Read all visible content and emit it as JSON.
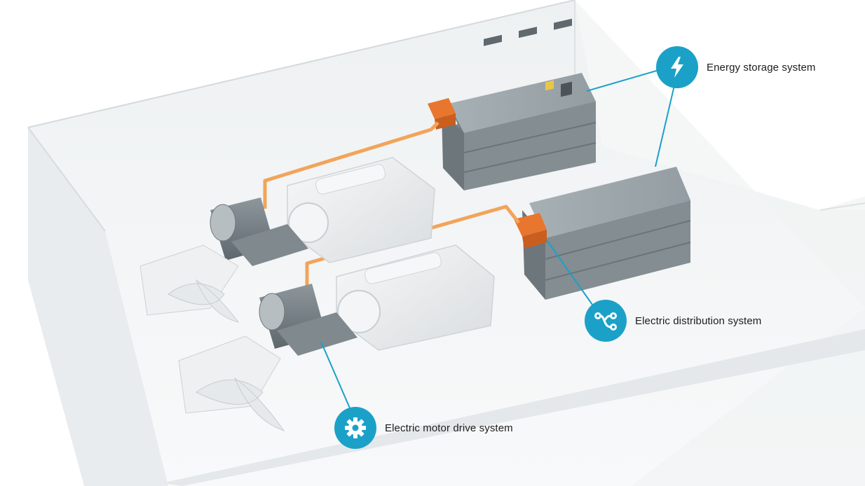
{
  "callouts": {
    "energy": {
      "label": "Energy storage system",
      "icon": "lightning-bolt-icon"
    },
    "distribution": {
      "label": "Electric distribution system",
      "icon": "distribution-branch-icon"
    },
    "motor": {
      "label": "Electric motor drive system",
      "icon": "gear-icon"
    }
  },
  "colors": {
    "accent": "#1ba1c8",
    "cable": "#f2a45a",
    "module_orange": "#e8762e",
    "battery_top": "#9ea8ad",
    "battery_side": "#7e888d",
    "hull": "#eef0f1"
  }
}
